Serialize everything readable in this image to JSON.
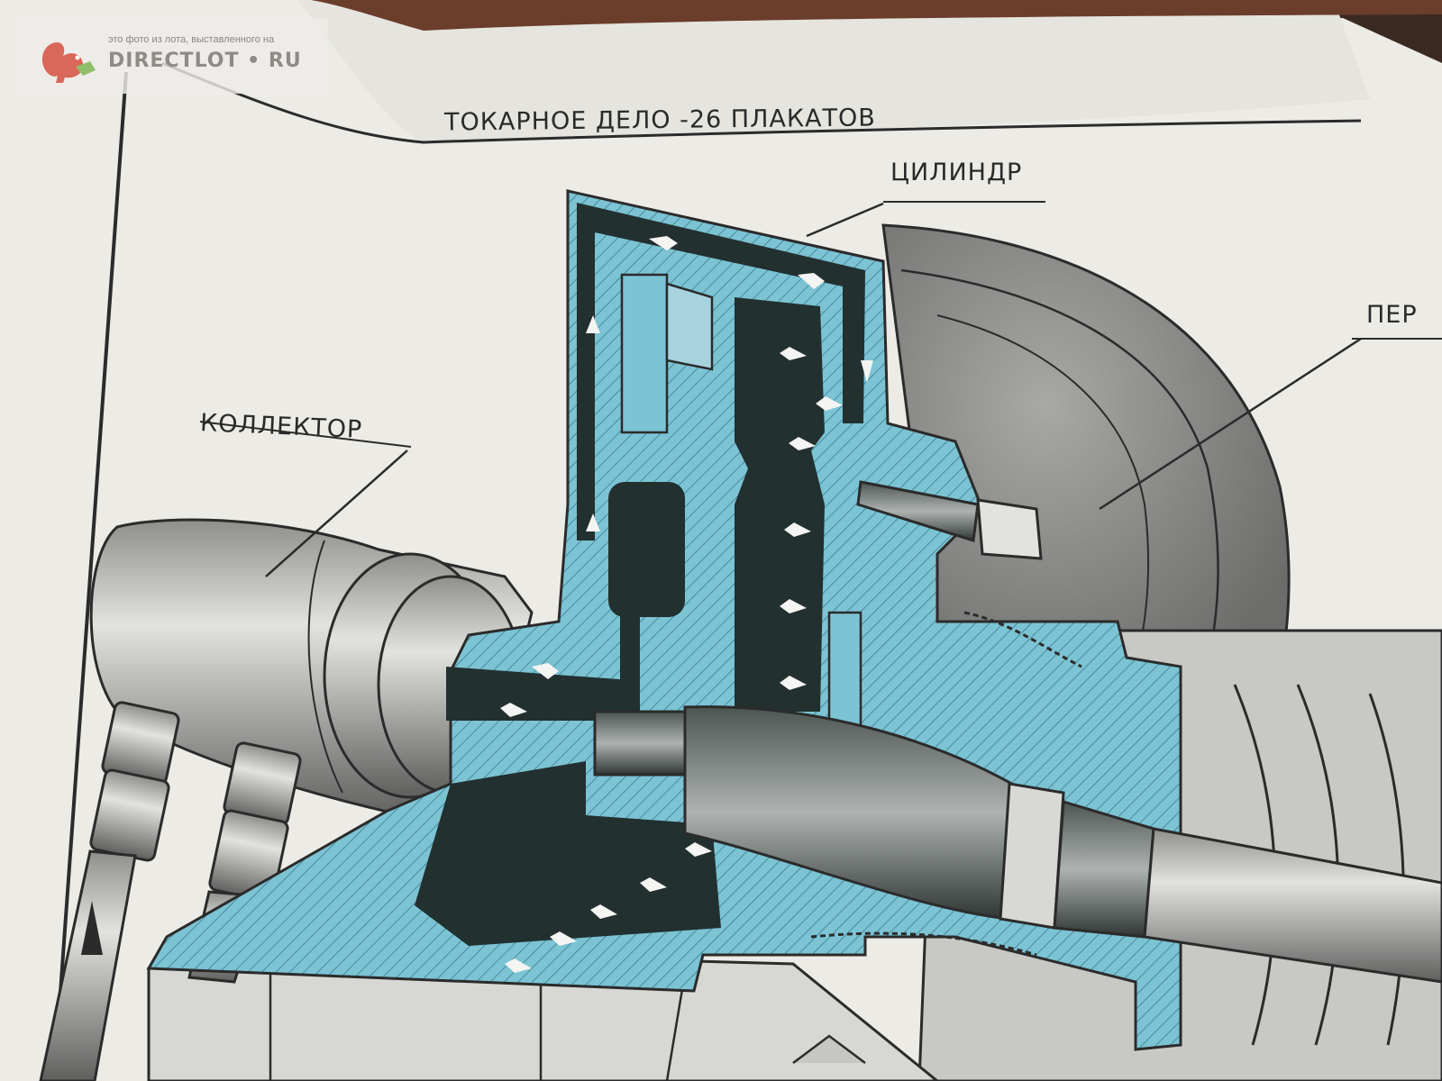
{
  "watermark": {
    "caption": "это фото из лота, выставленного на",
    "brand": "DIRECTLOT • RU"
  },
  "poster": {
    "title": "ТОКАРНОЕ ДЕЛО -26 ПЛАКАТОВ",
    "labels": {
      "cylinder": "ЦИЛИНДР",
      "collector": "КОЛЛЕКТОР",
      "cut": "ПЕР"
    }
  },
  "colors": {
    "section_blue": "#7cc3d4",
    "dark_channel": "#22302f",
    "paper": "#ecebe6",
    "steel": "#b9b9b6"
  }
}
